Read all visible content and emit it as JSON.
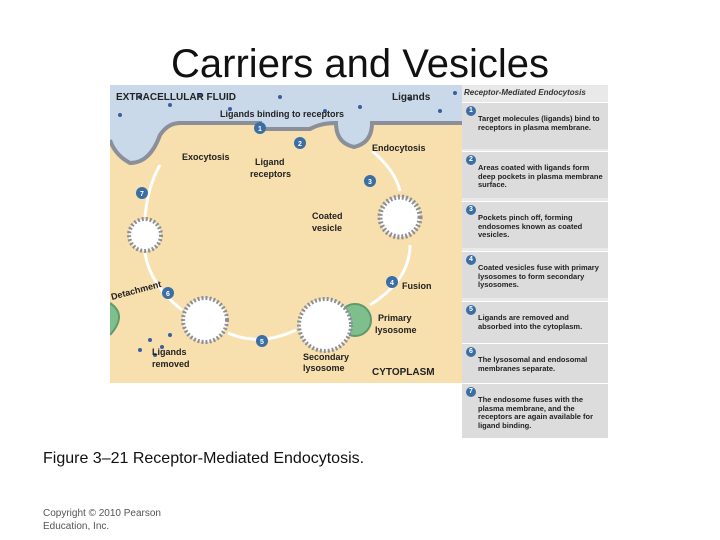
{
  "slide": {
    "title": "Carriers and Vesicles",
    "caption": "Figure 3–21 Receptor-Mediated Endocytosis.",
    "copyright": "Copyright © 2010 Pearson Education, Inc."
  },
  "diagram": {
    "extracellular": "EXTRACELLULAR FLUID",
    "ligands": "Ligands",
    "binding": "Ligands binding to receptors",
    "exocytosis": "Exocytosis",
    "ligand_receptors": [
      "Ligand",
      "receptors"
    ],
    "endocytosis": "Endocytosis",
    "coated_vesicle": [
      "Coated",
      "vesicle"
    ],
    "fusion": "Fusion",
    "detachment": "Detachment",
    "primary_lysosome": [
      "Primary",
      "lysosome"
    ],
    "secondary_lysosome": [
      "Secondary",
      "lysosome"
    ],
    "ligands_removed": [
      "Ligands",
      "removed"
    ],
    "cytoplasm": "CYTOPLASM",
    "numbers": [
      "1",
      "2",
      "3",
      "4",
      "5",
      "6",
      "7"
    ]
  },
  "steps_panel": {
    "title": "Receptor-Mediated Endocytosis",
    "steps": [
      {
        "num": "1",
        "text": "Target molecules (ligands) bind to receptors in plasma membrane."
      },
      {
        "num": "2",
        "text": "Areas coated with ligands form deep pockets in plasma membrane surface."
      },
      {
        "num": "3",
        "text": "Pockets pinch off, forming endosomes known as coated vesicles."
      },
      {
        "num": "4",
        "text": "Coated vesicles fuse with primary lysosomes to form secondary lysosomes."
      },
      {
        "num": "5",
        "text": "Ligands are removed and absorbed into the cytoplasm."
      },
      {
        "num": "6",
        "text": "The lysosomal and endosomal membranes separate."
      },
      {
        "num": "7",
        "text": "The endosome fuses with the plasma membrane, and the receptors are again available for ligand binding."
      }
    ]
  },
  "colors": {
    "extracellular": "#c9d9ea",
    "cytoplasm": "#f7dfae",
    "membrane": "#8a8f99",
    "lysosome": "#7fbf8e",
    "step_badge": "#3a6ea5"
  }
}
